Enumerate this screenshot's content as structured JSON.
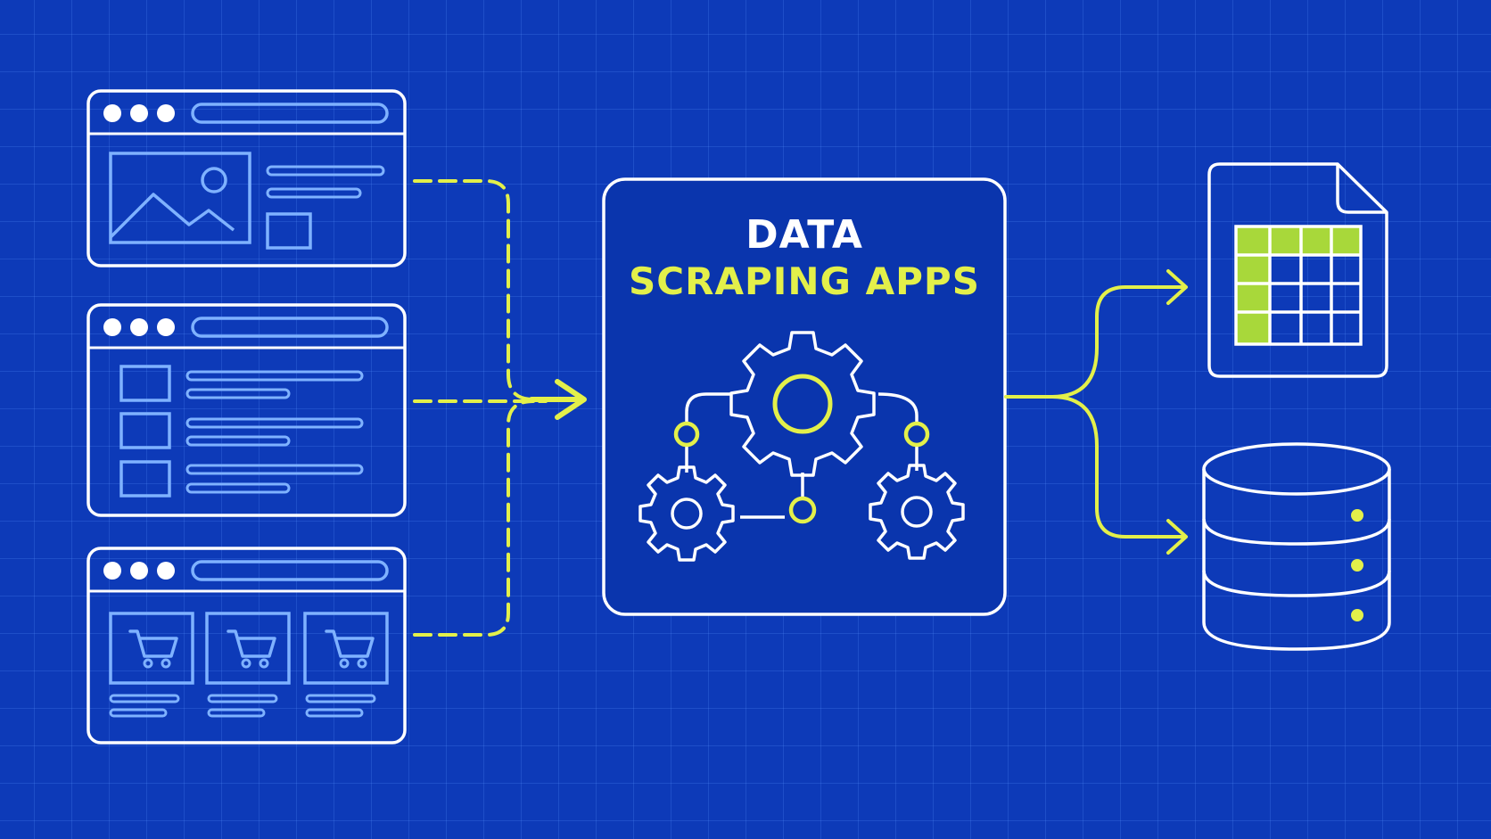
{
  "app": {
    "title_line1": "DATA",
    "title_line2": "SCRAPING APPS"
  },
  "sources": [
    {
      "name": "image-page",
      "icon": "image-icon"
    },
    {
      "name": "list-page",
      "icon": "list-icon"
    },
    {
      "name": "shop-page",
      "icon": "shopping-cart-icon"
    }
  ],
  "outputs": [
    {
      "name": "spreadsheet",
      "icon": "spreadsheet-icon"
    },
    {
      "name": "database",
      "icon": "database-icon"
    }
  ],
  "colors": {
    "background": "#0d3ab8",
    "line": "#ffffff",
    "accent": "#e3f04a",
    "cell_fill": "#a8d83a"
  }
}
